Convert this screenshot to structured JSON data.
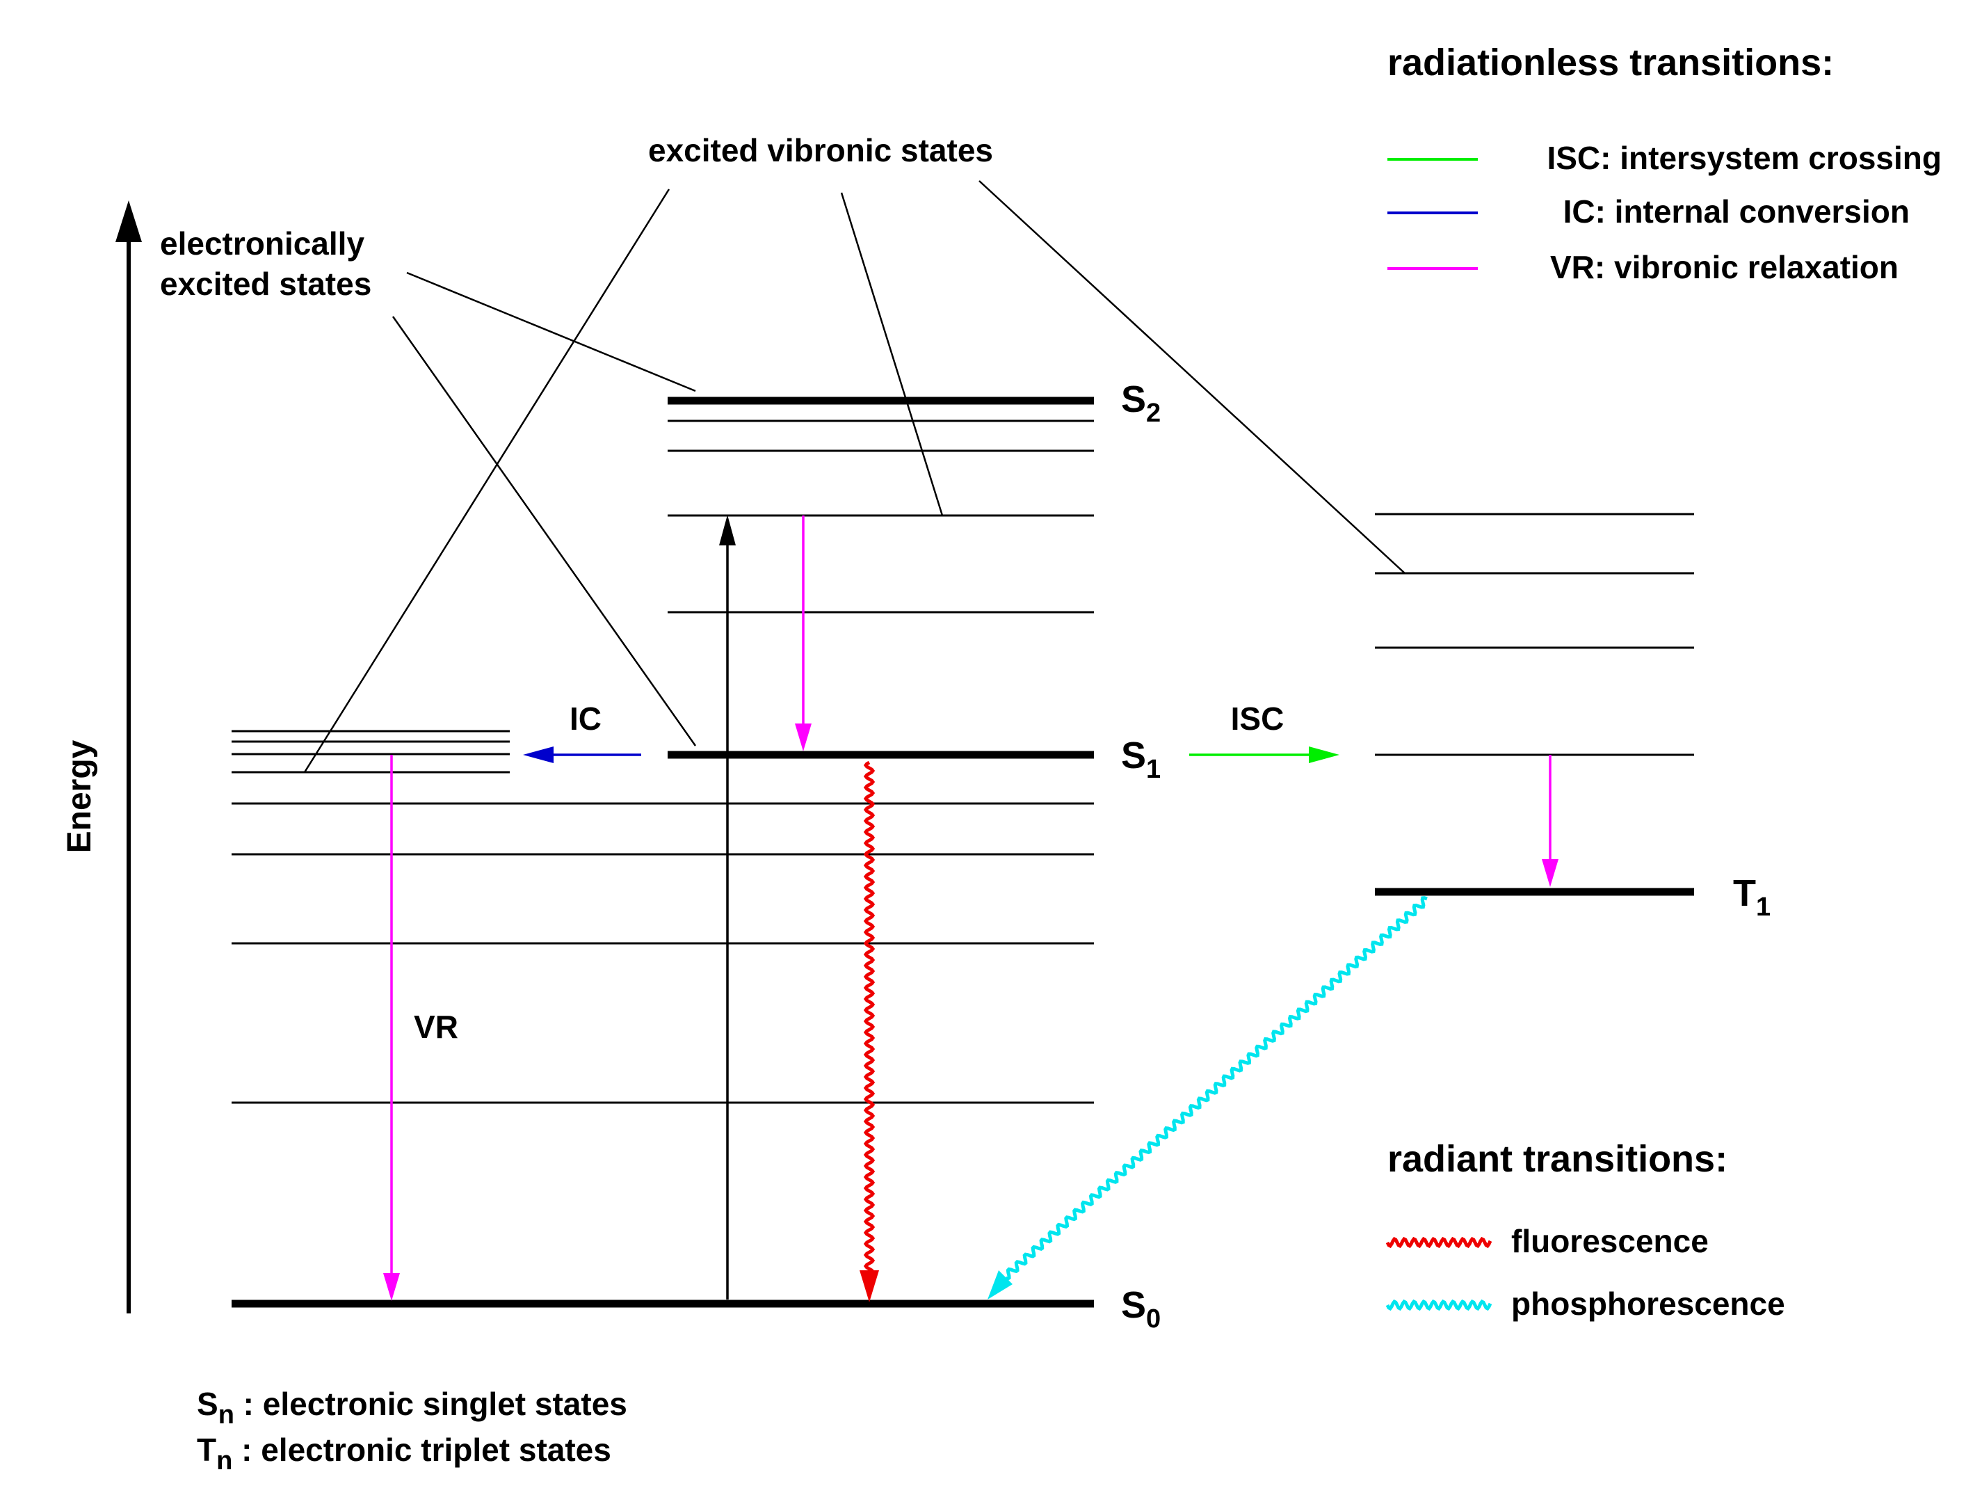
{
  "axis": {
    "label": "Energy"
  },
  "annotations": {
    "electronically_excited_line1": "electronically",
    "electronically_excited_line2": "excited states",
    "excited_vibronic": "excited vibronic states",
    "ic_label": "IC",
    "isc_label": "ISC",
    "vr_label": "VR"
  },
  "states": {
    "s2": {
      "main": "S",
      "sub": "2"
    },
    "s1": {
      "main": "S",
      "sub": "1"
    },
    "s0": {
      "main": "S",
      "sub": "0"
    },
    "t1": {
      "main": "T",
      "sub": "1"
    }
  },
  "legend": {
    "radiationless_title": "radiationless transitions:",
    "radiationless": [
      {
        "label": "ISC: intersystem crossing",
        "color": "#00ee00"
      },
      {
        "label": "IC: internal conversion",
        "color": "#0000cc"
      },
      {
        "label": "VR: vibronic relaxation",
        "color": "#ff00ff"
      }
    ],
    "radiant_title": "radiant transitions:",
    "radiant": [
      {
        "label": "fluorescence",
        "color": "#ee0000"
      },
      {
        "label": "phosphorescence",
        "color": "#00e5ee"
      }
    ]
  },
  "notes": {
    "sn_main": "S",
    "sn_sub": "n",
    "sn_text": " : electronic singlet states",
    "tn_main": "T",
    "tn_sub": "n",
    "tn_text": " : electronic triplet states"
  },
  "colors": {
    "isc": "#00ee00",
    "ic": "#0000cc",
    "vr": "#ff00ff",
    "fluorescence": "#ee0000",
    "phosphorescence": "#00e5ee",
    "lines": "#000000"
  }
}
